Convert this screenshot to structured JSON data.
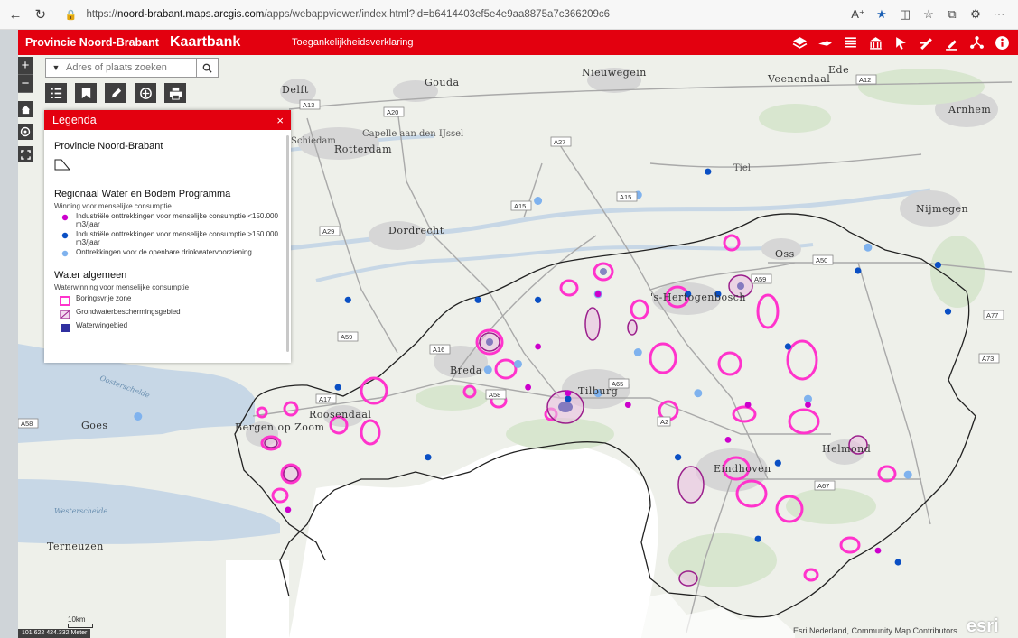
{
  "browser": {
    "url_prefix": "https://",
    "url_host": "noord-brabant.maps.arcgis.com",
    "url_path": "/apps/webappviewer/index.html?id=b6414403ef5e4e9aa8875a7c366209c6",
    "icons": [
      "back-icon",
      "reload-icon",
      "lock-icon",
      "read-aloud-icon",
      "favorite-star-icon",
      "split-screen-icon",
      "favorites-icon",
      "collections-icon",
      "extensions-icon",
      "more-icon"
    ],
    "accent_color": "#1a5fb4"
  },
  "header": {
    "brand": "Provincie Noord-Brabant",
    "title": "Kaartbank",
    "subtitle": "Toegankelijkheidsverklaring",
    "color": "#e3000f",
    "tools": [
      "layers-icon",
      "measure-icon",
      "basemap-gallery-icon",
      "building-icon",
      "select-icon",
      "draw-icon",
      "swipe-icon",
      "share-icon",
      "about-icon"
    ]
  },
  "search": {
    "placeholder": "Adres of plaats zoeken"
  },
  "controls": [
    "zoom-in",
    "zoom-out",
    "home",
    "locate",
    "fullscreen"
  ],
  "widgets": [
    "legend-list-icon",
    "bookmark-icon",
    "edit-pencil-icon",
    "data-filter-icon",
    "print-icon"
  ],
  "legend": {
    "title": "Legenda",
    "close": "×",
    "groups": [
      {
        "title": "Provincie Noord-Brabant",
        "subtitle": "",
        "items": []
      },
      {
        "title": "Regionaal Water en Bodem Programma",
        "subtitle": "Winning voor menselijke consumptie",
        "items": [
          {
            "label": "Industriële onttrekkingen voor menselijke consumptie <150.000 m3/jaar",
            "color": "#cc00cc"
          },
          {
            "label": "Industriële onttrekkingen voor menselijke consumptie >150.000 m3/jaar",
            "color": "#0a4fc4"
          },
          {
            "label": "Onttrekkingen voor de openbare drinkwatervoorziening",
            "color": "#7fb2ee"
          }
        ]
      },
      {
        "title": "Water algemeen",
        "subtitle": "Waterwinning voor menselijke consumptie",
        "items": [
          {
            "label": "Boringsvrije zone",
            "color": "#ff33cc"
          },
          {
            "label": "Grondwaterbeschermingsgebied",
            "color": "#9b1f8c"
          },
          {
            "label": "Waterwingebied",
            "color": "#3030a0"
          }
        ]
      }
    ]
  },
  "map": {
    "cities": [
      "Nieuwegein",
      "Gouda",
      "Delft",
      "Veenendaal",
      "Ede",
      "Arnhem",
      "Capelle aan den IJssel",
      "Schiedam",
      "Rotterdam",
      "Tiel",
      "Nijmegen",
      "Dordrecht",
      "Oss",
      "'s-Hertogenbosch",
      "Breda",
      "Tilburg",
      "Roosendaal",
      "Bergen op Zoom",
      "Goes",
      "Eindhoven",
      "Helmond",
      "Terneuzen"
    ],
    "water": [
      "Oosterschelde",
      "Westerschelde"
    ],
    "roads": [
      "A12",
      "A13",
      "A20",
      "A27",
      "A15",
      "A29",
      "A59",
      "A50",
      "A77",
      "A73",
      "A16",
      "A58",
      "A65",
      "A67",
      "A17",
      "A2"
    ],
    "scale_label": "10km",
    "coordinates": "101.622 424.332 Meter",
    "attribution": "Esri Nederland, Community Map Contributors",
    "esri": "esri",
    "colors": {
      "boundary": "#222222",
      "urban": "#d6d6d6",
      "land": "#eef0ea",
      "water": "#c7d7e6",
      "sea": "#ffffff",
      "green": "#d8e6cf"
    },
    "drinking_wells": [
      [
        0.58,
        0.41
      ],
      [
        0.18,
        0.27
      ],
      [
        0.89,
        0.72
      ],
      [
        0.22,
        0.49
      ],
      [
        0.47,
        0.54
      ],
      [
        0.5,
        0.53
      ],
      [
        0.58,
        0.58
      ],
      [
        0.79,
        0.59
      ],
      [
        0.12,
        0.62
      ],
      [
        0.68,
        0.58
      ],
      [
        0.62,
        0.51
      ],
      [
        0.85,
        0.33
      ],
      [
        0.62,
        0.24
      ],
      [
        0.52,
        0.25
      ]
    ],
    "industrial_large": [
      [
        0.52,
        0.42
      ],
      [
        0.46,
        0.42
      ],
      [
        0.67,
        0.41
      ],
      [
        0.7,
        0.41
      ],
      [
        0.77,
        0.5
      ],
      [
        0.84,
        0.37
      ],
      [
        0.76,
        0.7
      ],
      [
        0.66,
        0.69
      ],
      [
        0.41,
        0.69
      ],
      [
        0.93,
        0.44
      ],
      [
        0.33,
        0.42
      ],
      [
        0.55,
        0.59
      ],
      [
        0.32,
        0.57
      ],
      [
        0.92,
        0.36
      ],
      [
        0.69,
        0.2
      ],
      [
        0.88,
        0.87
      ],
      [
        0.74,
        0.83
      ]
    ],
    "industrial_small": [
      [
        0.58,
        0.41
      ],
      [
        0.52,
        0.5
      ],
      [
        0.51,
        0.57
      ],
      [
        0.55,
        0.58
      ],
      [
        0.61,
        0.6
      ],
      [
        0.73,
        0.6
      ],
      [
        0.71,
        0.66
      ],
      [
        0.79,
        0.6
      ],
      [
        0.86,
        0.85
      ],
      [
        0.27,
        0.78
      ]
    ]
  }
}
